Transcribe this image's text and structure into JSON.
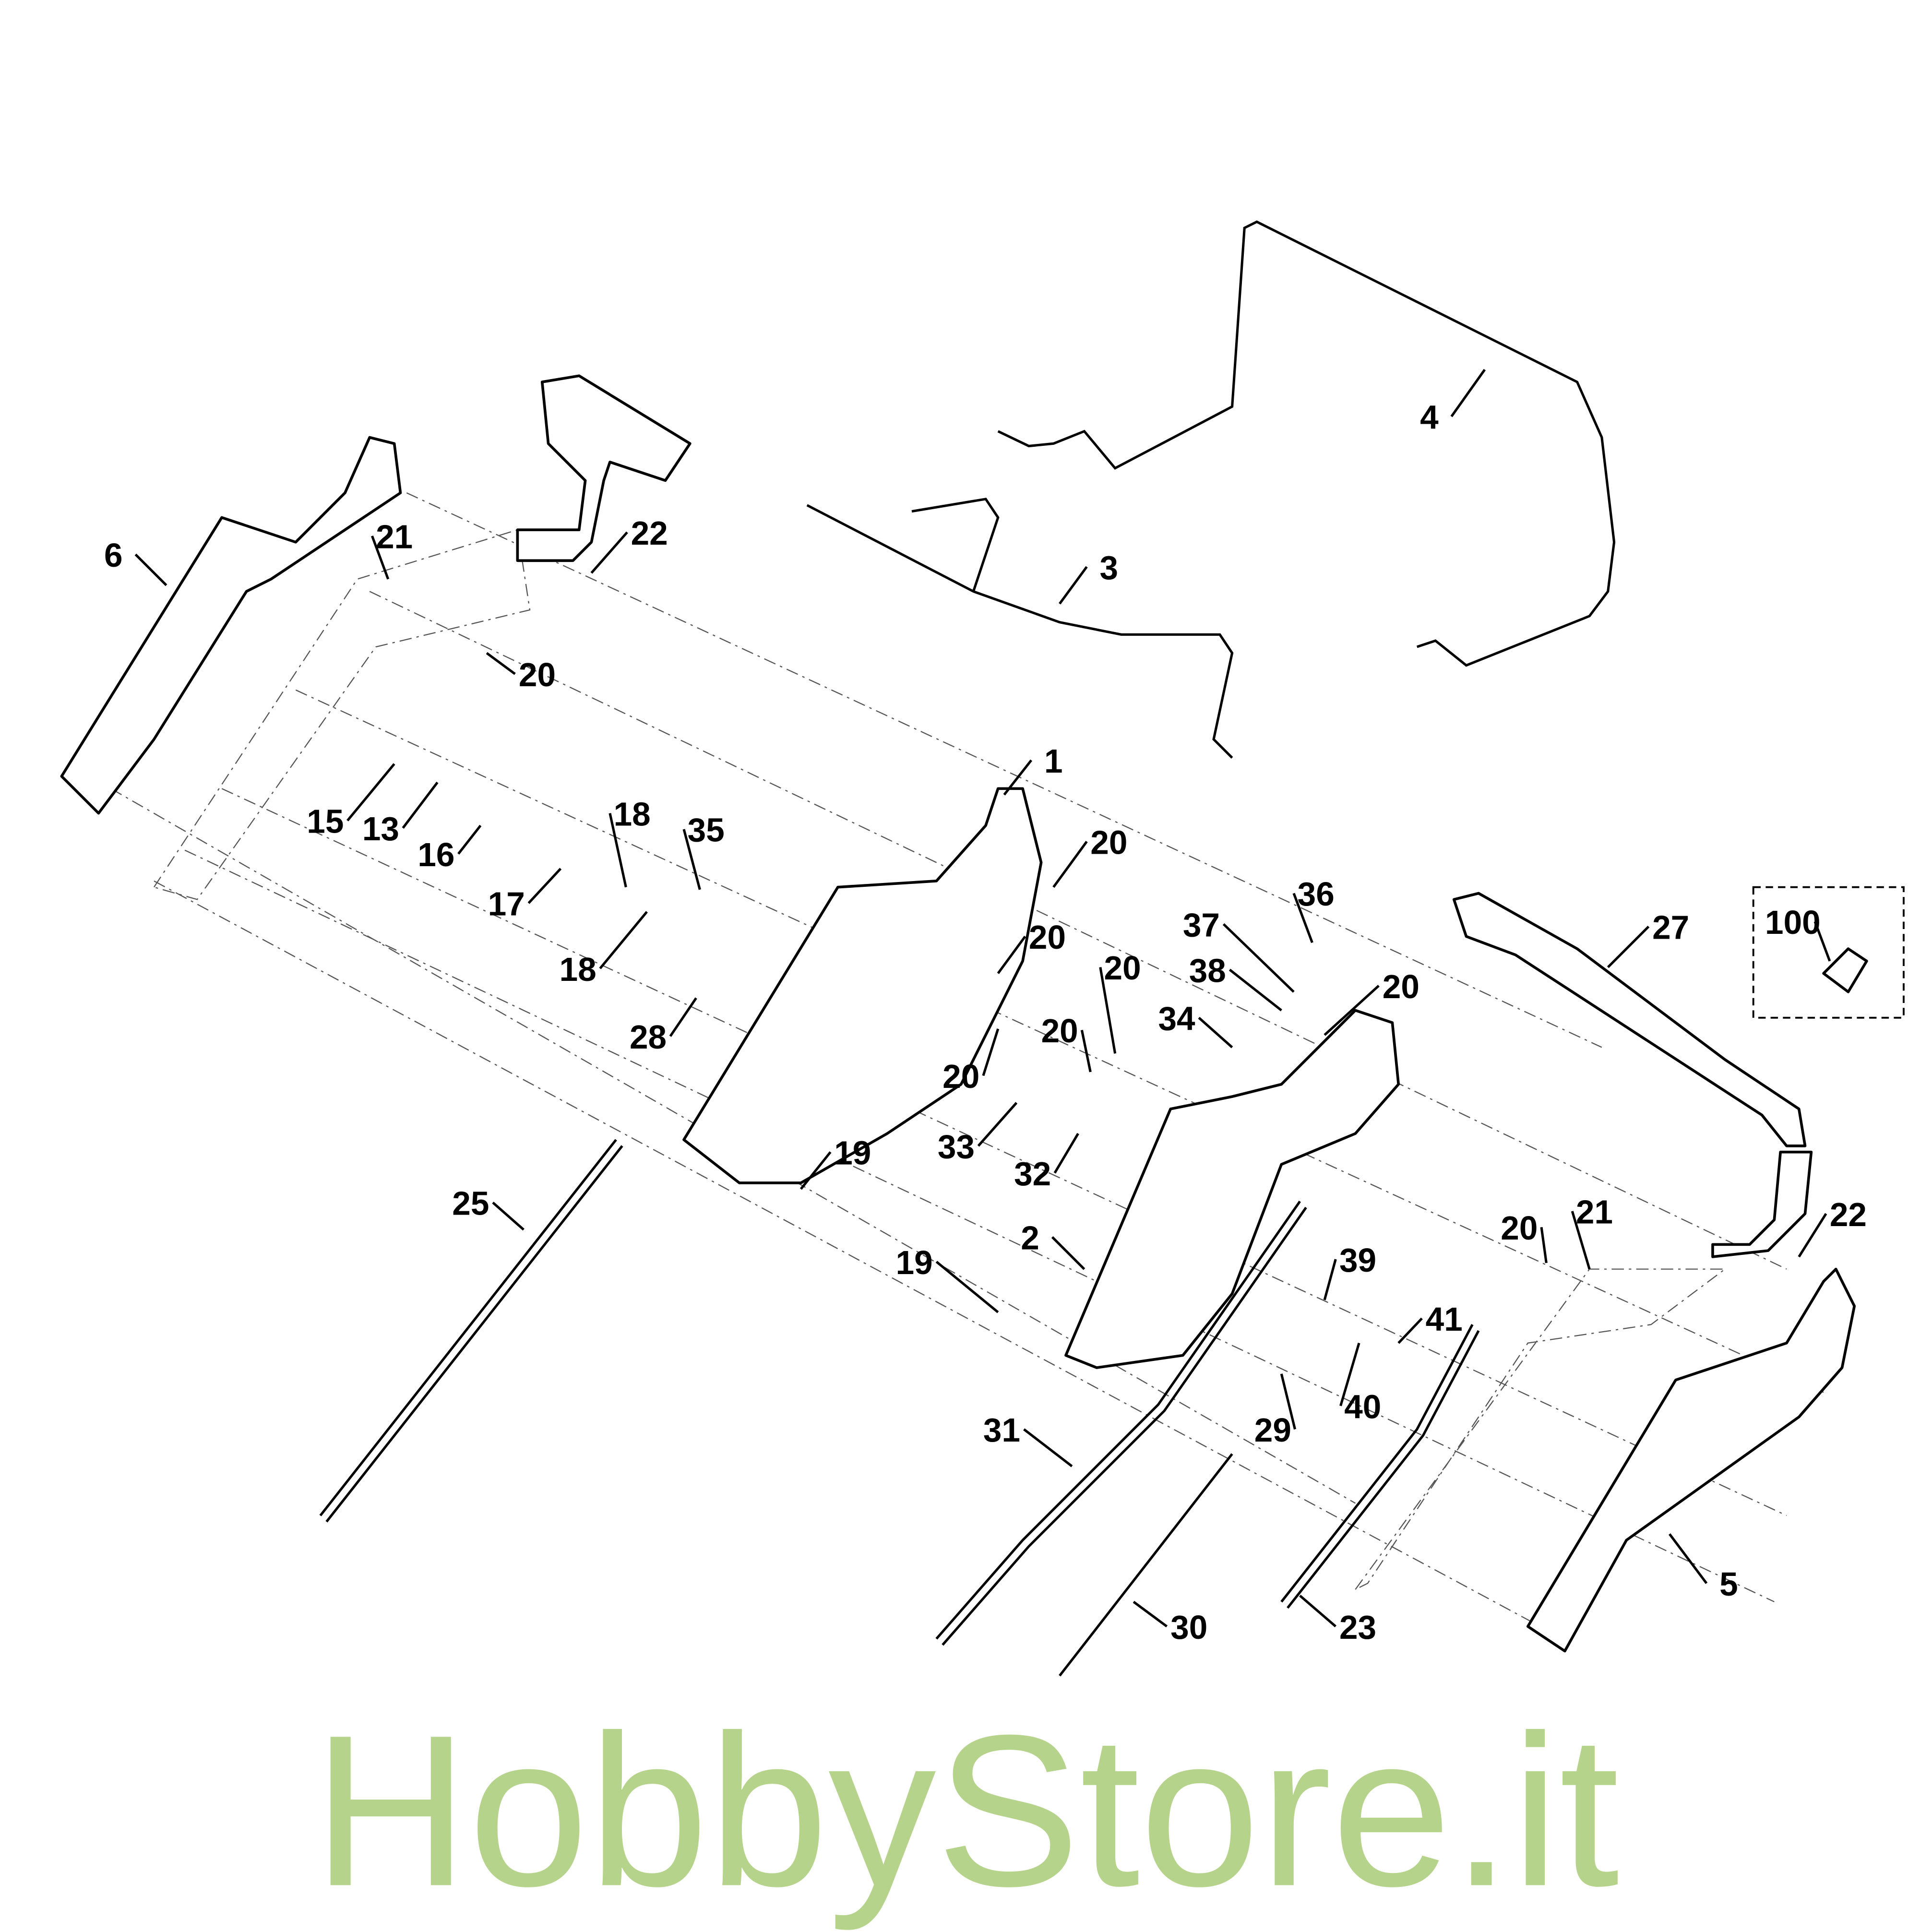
{
  "watermark": "HobbyStore.it",
  "callouts": [
    "4",
    "3",
    "6",
    "21",
    "22",
    "20",
    "1",
    "20",
    "20",
    "15",
    "13",
    "16",
    "17",
    "18",
    "18",
    "35",
    "28",
    "20",
    "33",
    "32",
    "19",
    "36",
    "37",
    "38",
    "34",
    "20",
    "20",
    "20",
    "27",
    "100",
    "25",
    "2",
    "19",
    "39",
    "41",
    "40",
    "29",
    "20",
    "21",
    "22",
    "31",
    "30",
    "23",
    "5"
  ]
}
